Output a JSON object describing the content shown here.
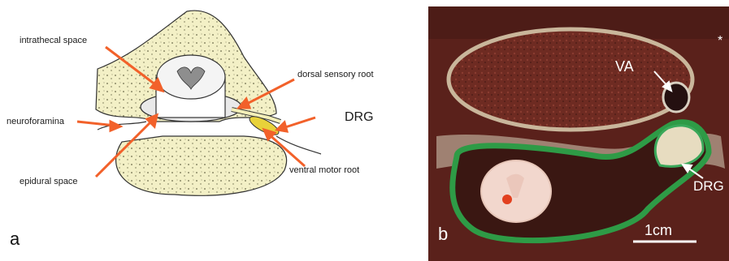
{
  "panel_a": {
    "letter": "a",
    "labels": {
      "intrathecal": "intrathecal space",
      "neuroforamina": "neuroforamina",
      "epidural": "epidural space",
      "dorsal_root": "dorsal sensory root",
      "drg": "DRG",
      "ventral_root": "ventral motor root"
    },
    "arrow_color": "#f2612a"
  },
  "panel_b": {
    "letter": "b",
    "labels": {
      "va": "VA",
      "drg": "DRG",
      "scale": "1cm",
      "asterisk": "*"
    }
  }
}
